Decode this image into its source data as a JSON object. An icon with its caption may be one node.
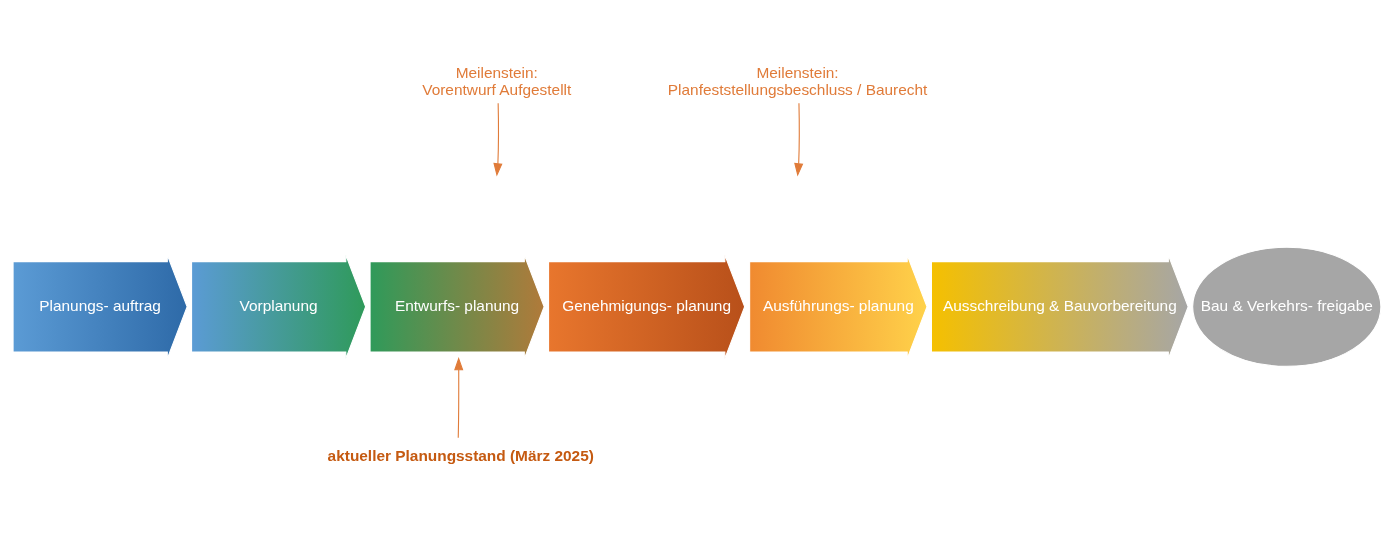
{
  "diagram": {
    "nodes": [
      {
        "text": [
          "Planungs- auftrag"
        ]
      },
      {
        "text": [
          "Vorplanung"
        ]
      },
      {
        "text": [
          "Entwurfs- planung"
        ]
      },
      {
        "text": [
          "Genehmigungs- planung"
        ]
      },
      {
        "text": [
          "Ausführungs- planung"
        ]
      },
      {
        "text": [
          "Ausschreibung & Bauvorbereitung"
        ]
      },
      {
        "text": [
          "Bau & Verkehrs- freigabe"
        ]
      },
      {
        "text": [
          "Meilenstein:",
          "Vorentwurf Aufgestellt"
        ]
      },
      {
        "text": [
          "Meilenstein:",
          "Planfeststellungsbeschluss / Baurecht"
        ]
      },
      {
        "text": [
          "aktueller Planungsstand (März 2025)"
        ]
      }
    ],
    "edges": [
      {
        "from": 7,
        "to": null,
        "arrow": "to"
      },
      {
        "from": 8,
        "to": null,
        "arrow": "to"
      },
      {
        "from": 9,
        "to": 2,
        "arrow": "to"
      }
    ]
  }
}
